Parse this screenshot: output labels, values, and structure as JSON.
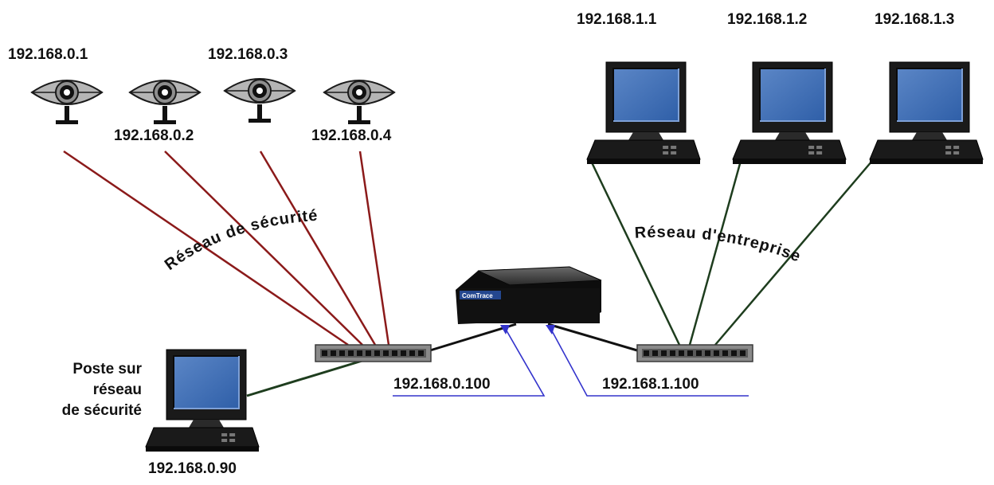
{
  "diagram": {
    "security_network": {
      "label": "Réseau de sécurité",
      "link_color": "#8b1a1a",
      "cameras": [
        {
          "ip": "192.168.0.1"
        },
        {
          "ip": "192.168.0.2"
        },
        {
          "ip": "192.168.0.3"
        },
        {
          "ip": "192.168.0.4"
        }
      ],
      "workstation": {
        "label_lines": [
          "Poste sur",
          "réseau",
          "de sécurité"
        ],
        "ip": "192.168.0.90"
      },
      "switch_ip": "192.168.0.100"
    },
    "enterprise_network": {
      "label": "Réseau d'entreprise",
      "link_color": "#1e3d1e",
      "workstations": [
        {
          "ip": "192.168.1.1"
        },
        {
          "ip": "192.168.1.2"
        },
        {
          "ip": "192.168.1.3"
        }
      ],
      "switch_ip": "192.168.1.100"
    },
    "appliance": {
      "brand": "ComTrace"
    },
    "callout_color": "#3333cc"
  }
}
